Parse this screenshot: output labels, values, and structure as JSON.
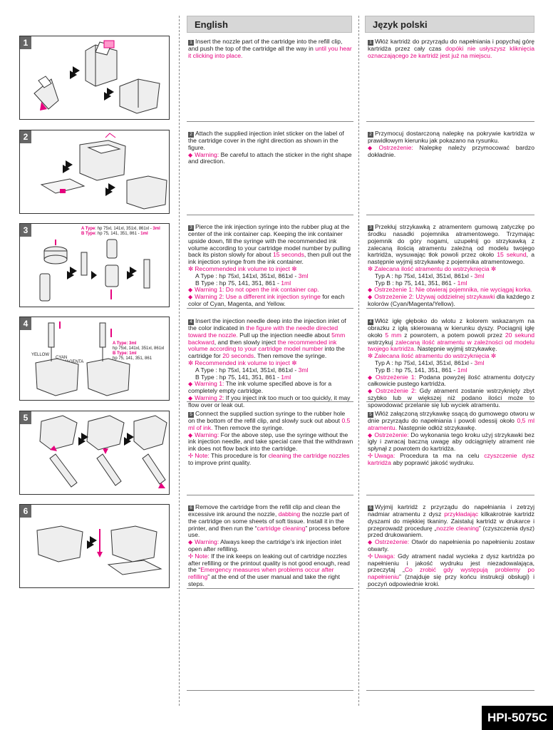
{
  "headers": {
    "english": "English",
    "polish": "Język polski"
  },
  "model": "HPI-5075C",
  "colors": {
    "accent": "#e6007e",
    "header_bg": "#d7d7d7"
  },
  "panels": [
    {
      "num": "1"
    },
    {
      "num": "2"
    },
    {
      "num": "3",
      "label_a_prefix": "A Type",
      "label_a": ": hp 75xl, 141xl, 351xl, 861xl - ",
      "label_a_vol": "3ml",
      "label_b_prefix": "B Type",
      "label_b": ": hp 75, 141, 351, 861 - ",
      "label_b_vol": "1ml"
    },
    {
      "num": "4",
      "yellow": "YELLOW",
      "cyan": "CYAN",
      "magenta": "MAGENTA",
      "a_type": "A Type: 3ml",
      "a_models": "hp 75xl, 141xl, 351xl, 861xl",
      "b_type": "B Type: 1ml",
      "b_models": "hp 75, 141, 351, 861"
    },
    {
      "num": "5"
    },
    {
      "num": "6"
    }
  ],
  "en": {
    "s1": {
      "n": "1",
      "t1": "Insert the nozzle part of the cartridge into the refill clip, and push the top of the cartridge all the way in ",
      "t2": "until you hear it clicking into place."
    },
    "s2": {
      "n": "2",
      "t1": "Attach the supplied injection inlet sticker on the label of the cartridge cover in the right direction as shown in the figure.",
      "w_label": "Warning:",
      "w_text": " Be careful to attach the sticker in the right shape and direction."
    },
    "s3": {
      "n": "3",
      "t1": "Pierce the ink injection syringe into the rubber plug at the center of the ink container cap. Keeping the ink container upside down, fill the syringe with the recommended ink volume according to your cartridge model number by pulling back its piston slowly for about ",
      "t2": "15 seconds",
      "t3": ", then pull out the ink injection syringe from the ink container.",
      "rec": "Recommended ink volume to inject",
      "a_type": "A Type : hp 75xl, 141xl, 351xl, 861xl - ",
      "a_vol": "3ml",
      "b_type": "B Type : hp 75, 141, 351, 861 - ",
      "b_vol": "1ml",
      "w1": "Warning 1: Do not open the ink container cap.",
      "w2_m": "Warning 2: Use a different ink injection syringe",
      "w2_t": " for each color of Cyan, Magenta, and Yellow."
    },
    "s4": {
      "n": "4",
      "t1": "Insert the injection needle deep into the injection inlet of the color indicated in ",
      "t2": "the figure with the needle directed toward the nozzle.",
      "t3": " Pull up the injection needle about ",
      "t4": "5mm backward",
      "t5": ", and then slowly inject ",
      "t6": "the recommended ink volume according to your cartridge model number",
      "t7": " into the cartridge for ",
      "t8": "20 seconds",
      "t9": ". Then remove the syringe.",
      "rec": "Recommended ink volume to inject",
      "a_type": "A Type : hp 75xl, 141xl, 351xl, 861xl - ",
      "a_vol": "3ml",
      "b_type": "B Type : hp 75, 141, 351, 861 - ",
      "b_vol": "1ml",
      "w1_l": "Warning 1:",
      "w1_t": " The ink volume specified above is for a completely empty cartridge.",
      "w2_l": "Warning 2:",
      "w2_t": " If you inject ink too much or too quickly, it may flow over or leak out."
    },
    "s5": {
      "n": "5",
      "t1": "Connect the supplied suction syringe to the rubber hole on the bottom of the refill clip, and slowly suck out about ",
      "t2": "0.5 ml of ink.",
      "t3": " Then remove the syringe.",
      "w_l": "Warning:",
      "w_t": " For the above step, use the syringe without the ink injection needle, and take special care that the withdrawn ink does not flow back into the cartridge.",
      "n_l": "Note:",
      "n_t": " This procedure is for ",
      "n_m": "cleaning the cartridge nozzles",
      "n_t2": " to improve print quality."
    },
    "s6": {
      "n": "6",
      "t1": "Remove the cartridge from the refill clip and clean the excessive ink around the nozzle, ",
      "t2": "dabbing",
      "t3": " the nozzle part of the cartridge on some sheets of soft tissue. Install it in the printer, and then run the “",
      "t4": "cartridge cleaning",
      "t5": "” process before use.",
      "w_l": "Warning:",
      "w_t": " Always keep the cartridge's ink injection inlet open after refilling.",
      "n_l": "Note:",
      "n_t": " If the ink keeps on leaking out of cartridge nozzles after refilling or the printout quality is not good enough, read the “",
      "n_m": "Emergency measures when problems occur after refilling",
      "n_t2": "” at the end of the user manual and take the right steps."
    }
  },
  "pl": {
    "s1": {
      "n": "1",
      "t1": "Włóż kartridż do przyrządu do napełniania i popychaj górę kartridża przez cały czas ",
      "t2": "dopóki nie usłyszysz kliknięcia oznaczającego że kartridż jest już na miejscu."
    },
    "s2": {
      "n": "2",
      "t1": "Przymocuj dostarczoną nalepkę na pokrywie kartridża w prawidłowym kierunku jak pokazano na rysunku.",
      "w_l": "Ostrzeżenie:",
      "w_t": " Nalepkę należy przymocować bardzo dokładnie."
    },
    "s3": {
      "n": "3",
      "t1": "Przekłuj strzykawką z atramentem gumową zatyczkę po środku nasadki pojemnika atramentowego. Trzymając pojemnik do góry nogami, uzupełnij go strzykawką z zalecaną ilością atramentu zależną od modelu twojego kartridża, wysuwając tłok powoli przez około ",
      "t2": "15 sekund",
      "t3": ", a następnie wyjmij strzykawkę z pojemnika atramentowego.",
      "rec": "Zalecana ilość atramentu do wstrzyknięcia",
      "a_type": "Typ A : hp 75xl, 141xl, 351xl, 861xl - ",
      "a_vol": "3ml",
      "b_type": "Typ B : hp 75, 141, 351, 861 - ",
      "b_vol": "1ml",
      "w1": "Ostrzeżenie 1: Nie otwieraj pojemnika, nie wyciągaj korka.",
      "w2_m": "Ostrzeżenie 2: Używaj oddzielnej strzykawki",
      "w2_t": " dla każdego z kolorów (Cyan/Magenta/Yellow)."
    },
    "s4": {
      "n": "4",
      "t1": "Włóż igłę głęboko do wlotu z kolorem wskazanym na obrazku z igłą skierowaną w kierunku dyszy. Pociągnij igłę około ",
      "t2": "5 mm",
      "t3": " z powrotem, a potem powoli przez ",
      "t4": "20 sekund",
      "t5": " wstrzykuj ",
      "t6": "zalecaną ilość atramentu w zależności od modelu twojego kartridża.",
      "t7": " Następnie wyjmij strzykawkę.",
      "rec": "Zalecana ilość atramentu do wstrzyknięcia",
      "a_type": "Typ A : hp 75xl, 141xl, 351xl, 861xl - ",
      "a_vol": "3ml",
      "b_type": "Typ B : hp 75, 141, 351, 861 - ",
      "b_vol": "1ml",
      "w1_l": "Ostrzeżenie 1:",
      "w1_t": " Podana powyżej ilość atramentu dotyczy całkowicie pustego kartridża.",
      "w2_l": "Ostrzeżenie 2:",
      "w2_t": " Gdy atrament zostanie wstrzyknięty zbyt szybko lub w większej niż podano ilości może to spowodować przelanie się lub wyciek atramentu."
    },
    "s5": {
      "n": "5",
      "t1": "Włóż załączoną strzykawkę ssącą do gumowego otworu w dnie przyrządu do napełniania i powoli odessij około ",
      "t2": "0,5 ml atramentu.",
      "t3": " Następnie odłóż strzykawkę.",
      "w_l": "Ostrzeżenie:",
      "w_t": " Do wykonania tego kroku użyj strzykawki bez igły i zwracaj baczną uwagę aby odciągnięty atrament nie spłynął z powrotem do kartridża.",
      "n_l": "Uwaga:",
      "n_t": " Procedura ta ma na celu ",
      "n_m": "czyszczenie dysz kartridża",
      "n_t2": " aby poprawić jakość wydruku."
    },
    "s6": {
      "n": "6",
      "t1": "Wyjmij kartridż z przyrządu do napełniania i zetrzyj nadmiar atramentu z dysz ",
      "t2": "przykładając",
      "t3": " kilkakrotnie kartridż dyszami do miękkiej tkaniny. Zaistaluj kartridż w drukarce i przeprowadź procedurę „",
      "t4": "nozzle cleaning",
      "t5": "” (czyszczenia dysz) przed drukowaniem.",
      "w_l": "Ostrzeżenie:",
      "w_t": " Otwór do napełnienia po napełnieniu zostaw otwarty.",
      "n_l": "Uwaga:",
      "n_t": " Gdy atrament nadal wycieka z dysz kartridża po napełnieniu i jakość wydruku jest niezadowalająca, przeczytaj „",
      "n_m": "Co zrobić gdy występują problemy po napełnieniu",
      "n_t2": "” (znajduje się przy końcu instrukcji obsługi) i poczyń odpowiednie kroki."
    }
  }
}
